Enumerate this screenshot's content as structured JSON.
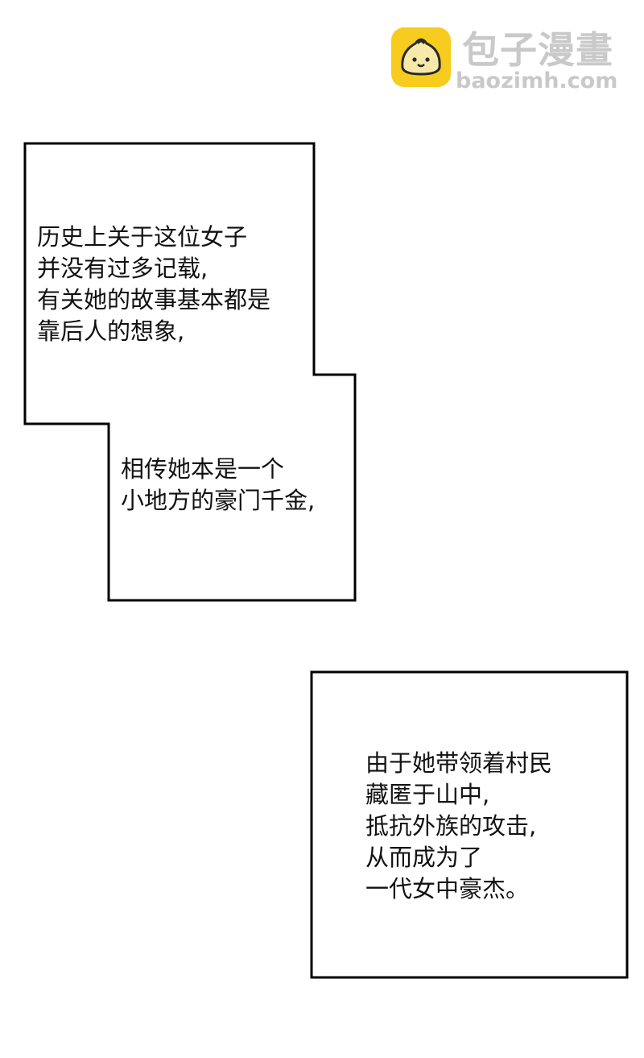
{
  "watermark": {
    "brand_name": "包子漫畫",
    "url": "baozimh.com",
    "logo_color": "#f7cc1f",
    "logo_icon": "baozi-bun-icon"
  },
  "captions": {
    "caption_1": {
      "lines": [
        "历史上关于这位女子",
        "并没有过多记载,",
        "有关她的故事基本都是",
        "靠后人的想象,"
      ]
    },
    "caption_2": {
      "lines": [
        "相传她本是一个",
        "小地方的豪门千金,"
      ]
    },
    "caption_3": {
      "lines": [
        "由于她带领着村民",
        "藏匿于山中,",
        "抵抗外族的攻击,",
        "从而成为了",
        "一代女中豪杰。"
      ]
    }
  },
  "colors": {
    "background": "#ffffff",
    "border": "#000000",
    "text": "#111111",
    "watermark_text": "#c9c9c9"
  }
}
